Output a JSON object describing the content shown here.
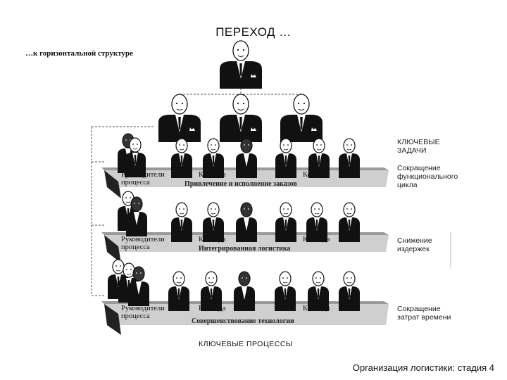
{
  "title": "ПЕРЕХОД …",
  "subtitle": "…к горизонтальной структуре",
  "tiers": [
    {
      "lead_label": "Руководители",
      "lead_sub": "процесса",
      "team_left": "Команда",
      "team_right": "Команда",
      "process": "Привлечение и исполнение заказов"
    },
    {
      "lead_label": "Руководители",
      "lead_sub": "процесса",
      "team_left": "Команда",
      "team_right": "Команда",
      "process": "Интегрированная логистика"
    },
    {
      "lead_label": "Руководители",
      "lead_sub": "процесса",
      "team_left": "Команда",
      "team_right": "Команда",
      "process": "Совершенствование технологии"
    }
  ],
  "key_tasks": {
    "heading_line1": "КЛЮЧЕВЫЕ",
    "heading_line2": "ЗАДАЧИ",
    "items": [
      {
        "line1": "Сокращение",
        "line2": "функционального",
        "line3": "цикла"
      },
      {
        "line1": "Снижение",
        "line2": "издержек",
        "line3": ""
      },
      {
        "line1": "Сокращение",
        "line2": "затрат времени",
        "line3": ""
      }
    ]
  },
  "key_processes": "КЛЮЧЕВЫЕ ПРОЦЕССЫ",
  "footer": "Организация логистики: стадия 4",
  "icons": {
    "person": "person-icon"
  }
}
